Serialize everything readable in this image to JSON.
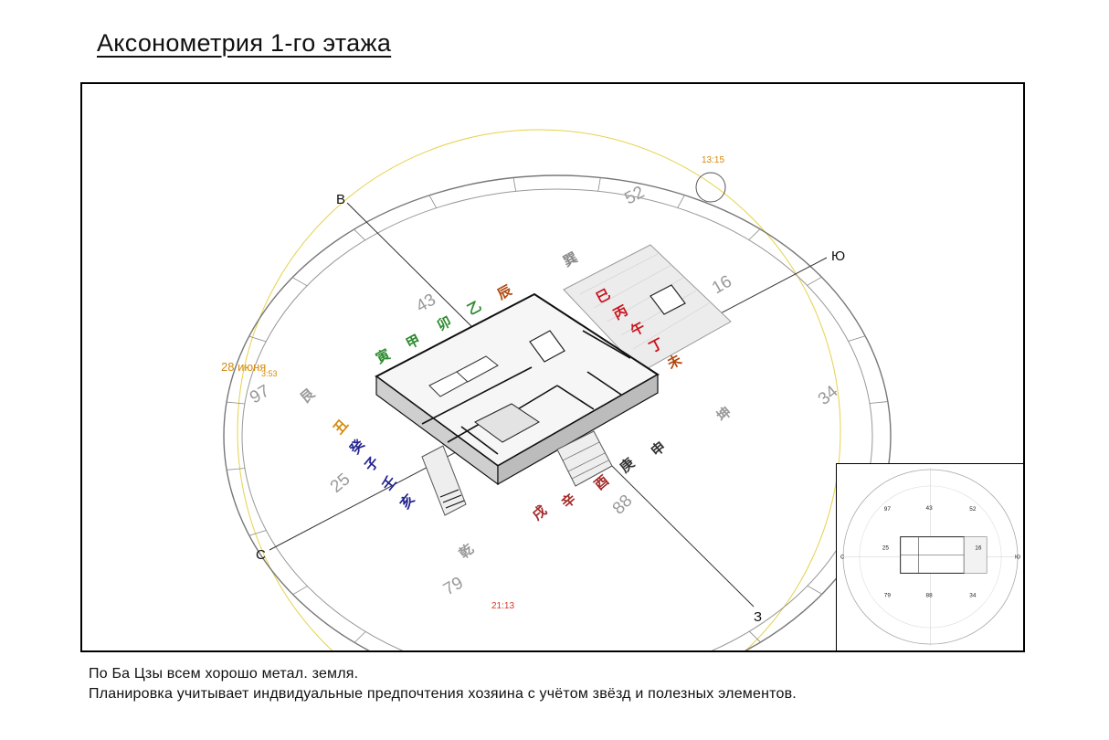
{
  "title": "Аксонометрия 1-го этажа",
  "directions": {
    "north": "В",
    "south": "З",
    "west": "С",
    "east": "Ю"
  },
  "numbers": {
    "n52": "52",
    "n16": "16",
    "n34": "34",
    "n88": "88",
    "n79": "79",
    "n25": "25",
    "n97": "97",
    "n43": "43"
  },
  "sun": {
    "noon_time": "13:15",
    "date": "28 июня",
    "sunrise_time": "3:53",
    "sunset_time": "21:13"
  },
  "hieroglyphs": {
    "green": [
      "寅",
      "甲",
      "卯",
      "乙"
    ],
    "orange_chen": "辰",
    "red": [
      "巳",
      "丙",
      "午",
      "丁"
    ],
    "wei": "未",
    "xun": "巽",
    "kun": "坤",
    "gen": "艮",
    "blue": [
      "丑",
      "癸",
      "子",
      "壬",
      "亥"
    ],
    "bottom": [
      "戌",
      "辛",
      "酉",
      "庚",
      "申"
    ],
    "qian": "乾"
  },
  "inset": {
    "numbers": [
      "97",
      "43",
      "52",
      "25",
      "16",
      "79",
      "88",
      "34"
    ],
    "dirs": [
      "С",
      "Ю"
    ]
  },
  "captions": [
    "По Ба Цзы всем хорошо метал. земля.",
    "Планировка учитывает индвидуальные предпочтения хозяина с учётом звёзд и полезных элементов."
  ],
  "colors": {
    "sun_path": "#e6d14a",
    "orange_text": "#d48a0b",
    "red_text": "#d33a2a",
    "green": "#2e8b2e",
    "blue": "#23238f",
    "red": "#c8141e"
  }
}
